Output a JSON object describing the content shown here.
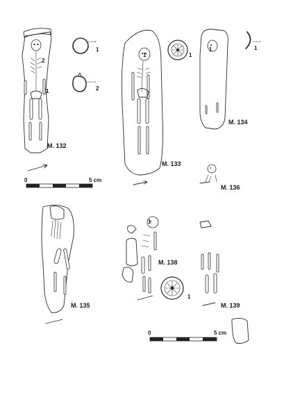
{
  "graves": {
    "m132": {
      "label": "M. 132",
      "finds": [
        "1",
        "2"
      ],
      "find_markers": [
        "1",
        "2"
      ]
    },
    "m133": {
      "label": "M. 133",
      "finds": [
        "1"
      ],
      "find_markers": [
        "1"
      ]
    },
    "m134": {
      "label": "M. 134",
      "finds": [
        "1"
      ],
      "find_markers": [
        "1"
      ]
    },
    "m135": {
      "label": "M. 135"
    },
    "m136": {
      "label": "M. 136"
    },
    "m138": {
      "label": "M. 138",
      "finds": [
        "1"
      ],
      "find_markers": [
        "1"
      ]
    },
    "m139": {
      "label": "M. 139"
    }
  },
  "scales": [
    {
      "start": "0",
      "end": "5 cm"
    },
    {
      "start": "0",
      "end": "5 cm"
    }
  ]
}
